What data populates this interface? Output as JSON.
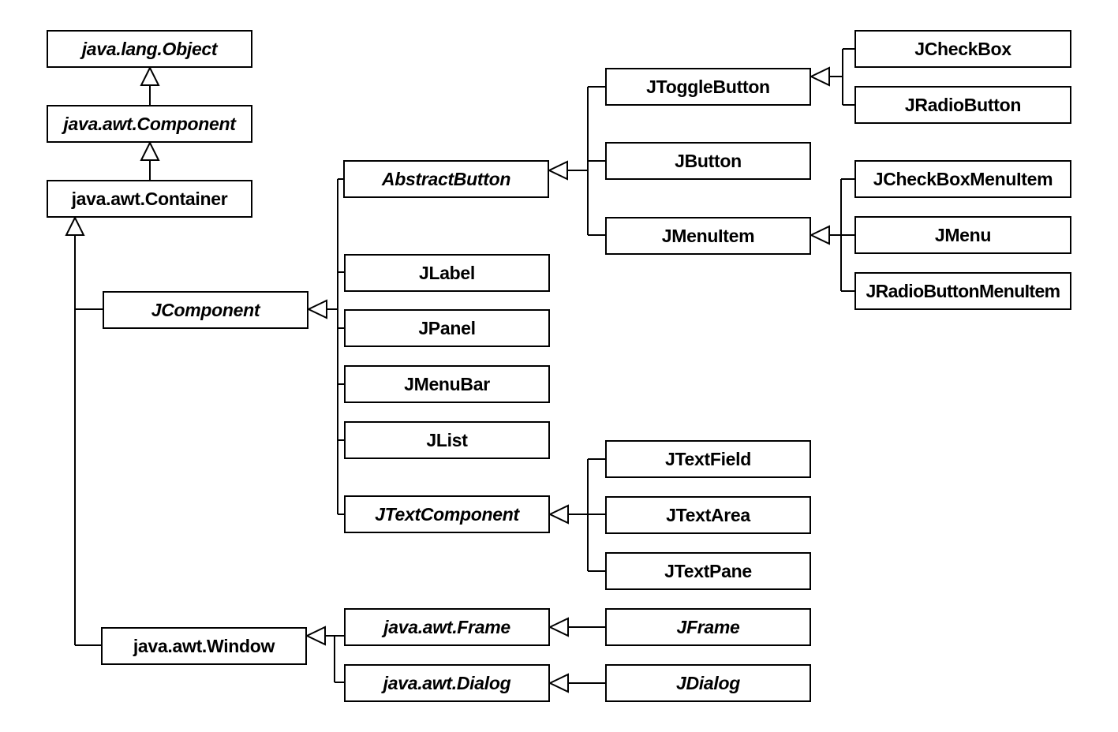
{
  "classes": {
    "object": "java.lang.Object",
    "component": "java.awt.Component",
    "container": "java.awt.Container",
    "jcomponent": "JComponent",
    "window": "java.awt.Window",
    "abstractbutton": "AbstractButton",
    "jlabel": "JLabel",
    "jpanel": "JPanel",
    "jmenubar": "JMenuBar",
    "jlist": "JList",
    "jtextcomponent": "JTextComponent",
    "frame": "java.awt.Frame",
    "dialog": "java.awt.Dialog",
    "jtogglebutton": "JToggleButton",
    "jbutton": "JButton",
    "jmenuitem": "JMenuItem",
    "jtextfield": "JTextField",
    "jtextarea": "JTextArea",
    "jtextpane": "JTextPane",
    "jframe": "JFrame",
    "jdialog": "JDialog",
    "jcheckbox": "JCheckBox",
    "jradiobutton": "JRadioButton",
    "jcheckboxmenuitem": "JCheckBoxMenuItem",
    "jmenu": "JMenu",
    "jradiobuttonmenuitem": "JRadioButtonMenuItem"
  }
}
